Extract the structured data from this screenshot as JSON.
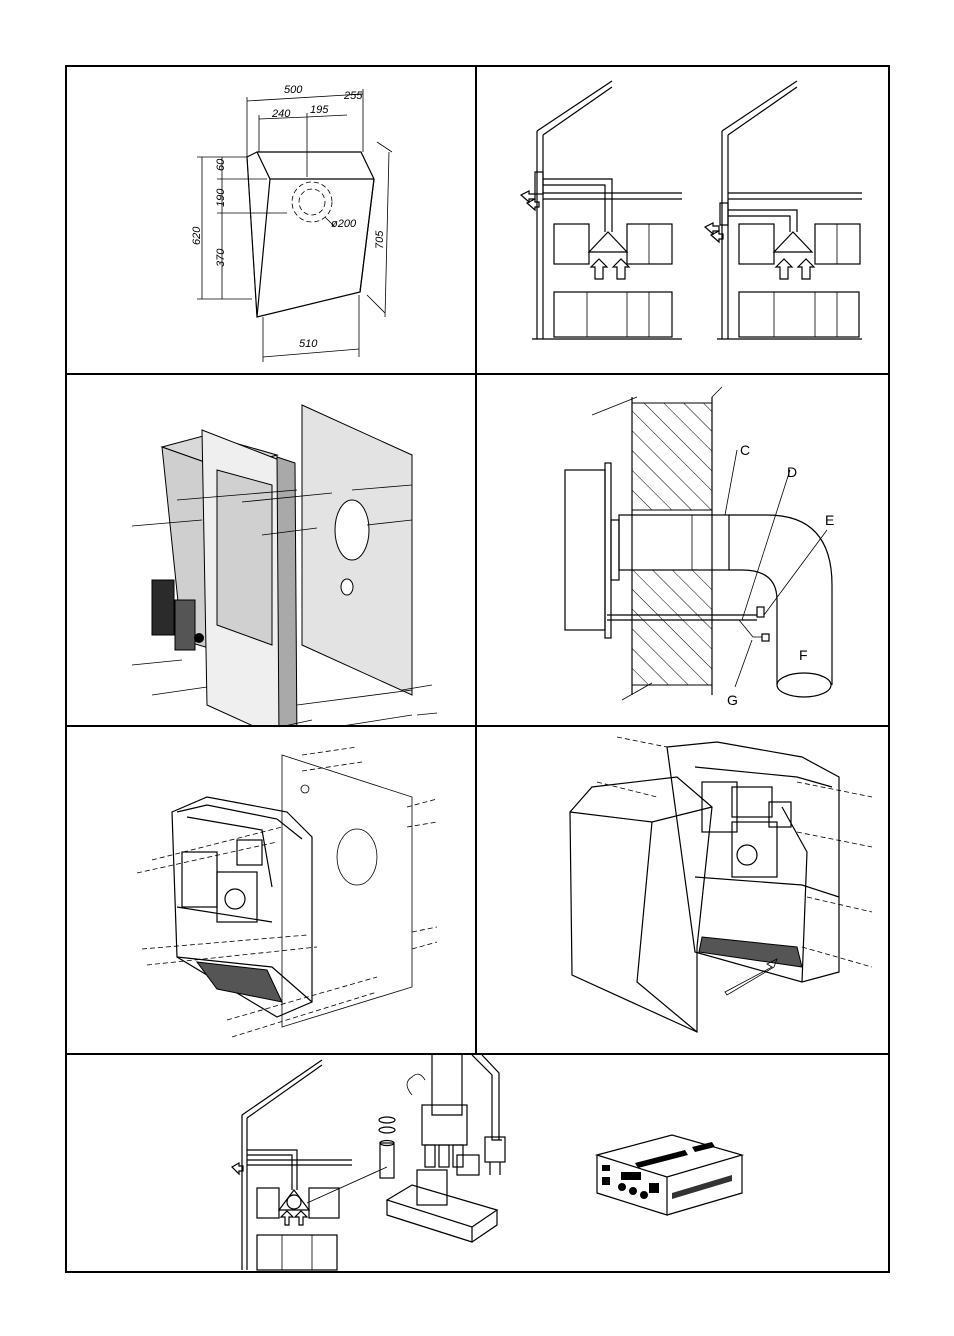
{
  "dimensions": {
    "d500": "500",
    "d255": "255",
    "d240": "240",
    "d195": "195",
    "d60": "60",
    "d190": "190",
    "d620": "620",
    "d370": "370",
    "d705": "705",
    "d200": "ø200",
    "d510": "510"
  },
  "callouts": {
    "c": "C",
    "d": "D",
    "e": "E",
    "f": "F",
    "g": "G"
  }
}
